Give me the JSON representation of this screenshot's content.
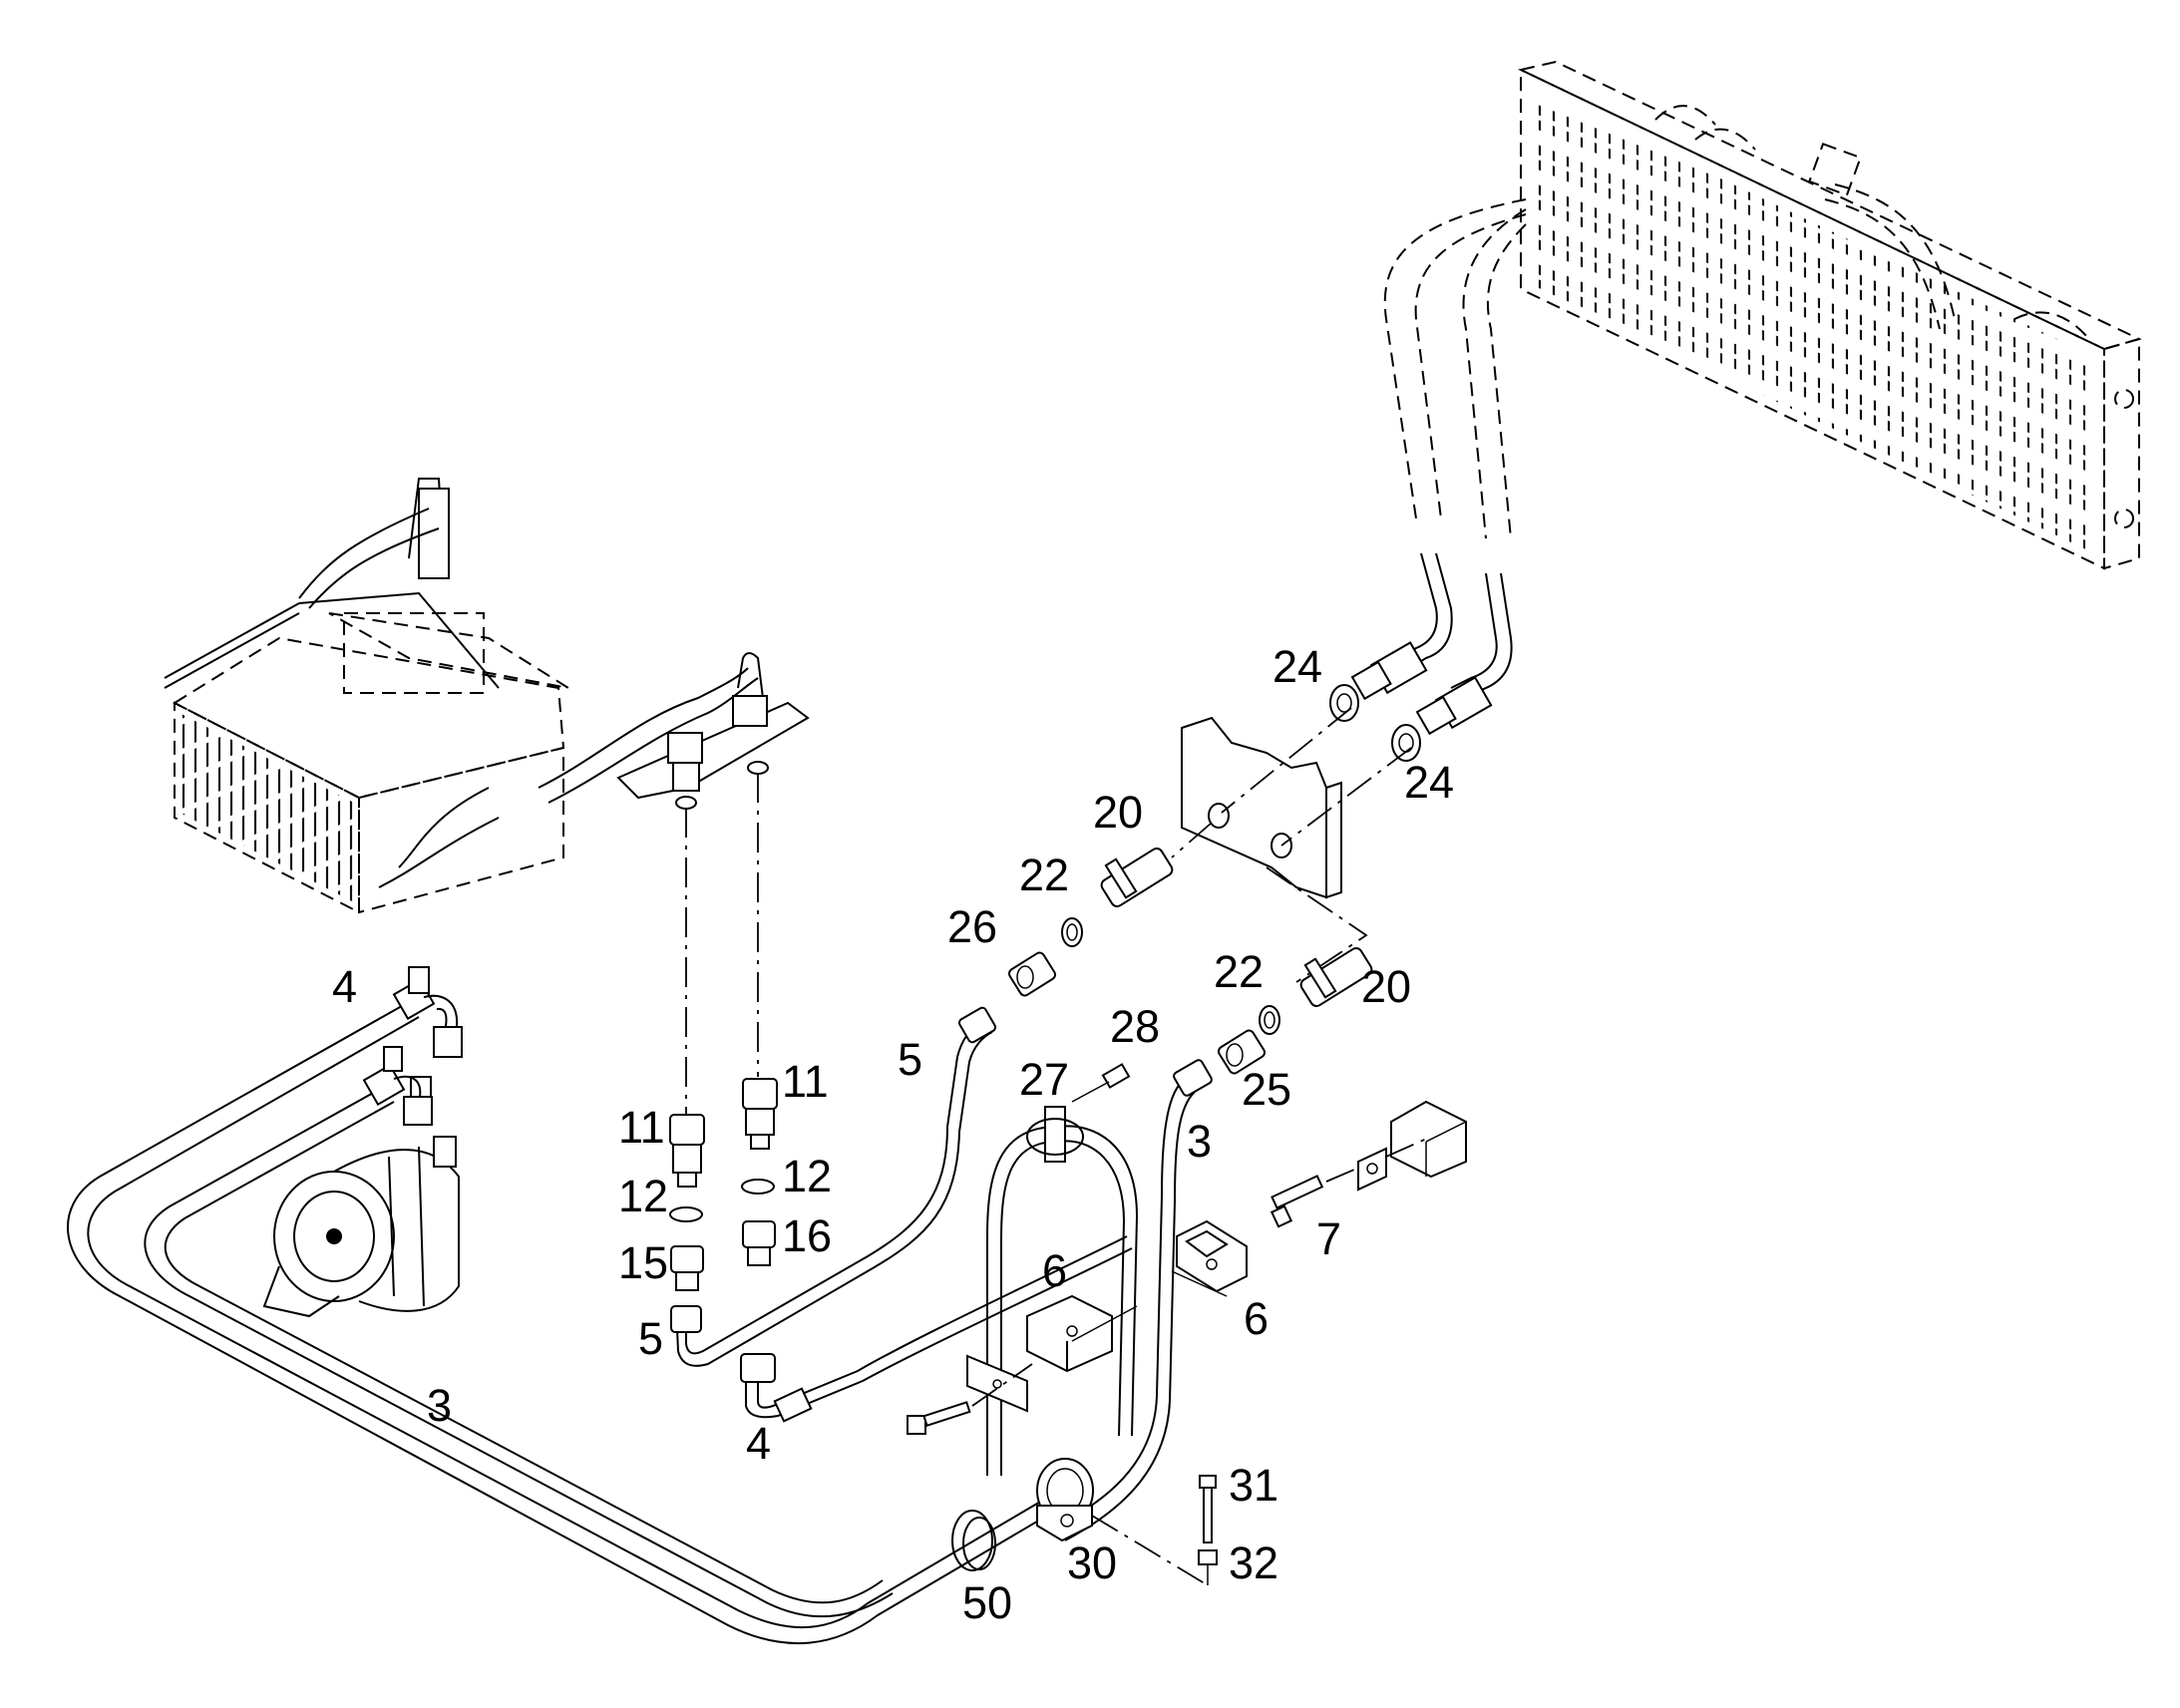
{
  "callouts": [
    {
      "id": "c24a",
      "text": "24"
    },
    {
      "id": "c24b",
      "text": "24"
    },
    {
      "id": "c20a",
      "text": "20"
    },
    {
      "id": "c22a",
      "text": "22"
    },
    {
      "id": "c26",
      "text": "26"
    },
    {
      "id": "c22b",
      "text": "22"
    },
    {
      "id": "c20b",
      "text": "20"
    },
    {
      "id": "c4a",
      "text": "4"
    },
    {
      "id": "c28",
      "text": "28"
    },
    {
      "id": "c27",
      "text": "27"
    },
    {
      "id": "c5a",
      "text": "5"
    },
    {
      "id": "c11a",
      "text": "11"
    },
    {
      "id": "c11b",
      "text": "11"
    },
    {
      "id": "c25",
      "text": "25"
    },
    {
      "id": "c3a",
      "text": "3"
    },
    {
      "id": "c12a",
      "text": "12"
    },
    {
      "id": "c12b",
      "text": "12"
    },
    {
      "id": "c16",
      "text": "16"
    },
    {
      "id": "c15",
      "text": "15"
    },
    {
      "id": "c7",
      "text": "7"
    },
    {
      "id": "c6a",
      "text": "6"
    },
    {
      "id": "c6b",
      "text": "6"
    },
    {
      "id": "c5b",
      "text": "5"
    },
    {
      "id": "c3b",
      "text": "3"
    },
    {
      "id": "c4b",
      "text": "4"
    },
    {
      "id": "c31",
      "text": "31"
    },
    {
      "id": "c30",
      "text": "30"
    },
    {
      "id": "c32",
      "text": "32"
    },
    {
      "id": "c50",
      "text": "50"
    }
  ]
}
